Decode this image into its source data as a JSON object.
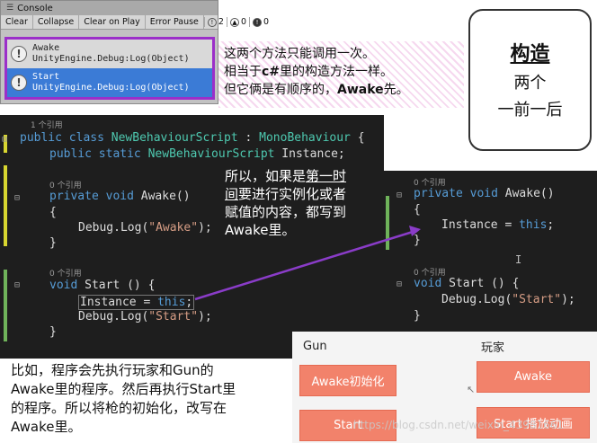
{
  "console": {
    "title": "Console",
    "buttons": [
      "Clear",
      "Collapse",
      "Clear on Play",
      "Error Pause"
    ],
    "counts": {
      "warn_badge": "!",
      "warn": "2",
      "info": "0",
      "error": "0"
    },
    "logs": [
      {
        "line1": "Awake",
        "line2": "UnityEngine.Debug:Log(Object)"
      },
      {
        "line1": "Start",
        "line2": "UnityEngine.Debug:Log(Object)"
      }
    ]
  },
  "note_top": {
    "l1": "这两个方法只能调用一次。",
    "l2a": "相当于",
    "l2b": "c#",
    "l2c": "里的构造方法一样。",
    "l3a": "但它俩是有顺序的，",
    "l3b": "Awake",
    "l3c": "先。"
  },
  "bubble": {
    "title": "构造",
    "l1": "两个",
    "l2": "一前一后"
  },
  "code_main": {
    "ref0": "1 个引用",
    "class_line": {
      "kw1": "public",
      "kw2": "class",
      "name": "NewBehaviourScript",
      "sep": " : ",
      "base": "MonoBehaviour",
      "brace": " {"
    },
    "field_line": {
      "kw1": "public",
      "kw2": "static",
      "type": "NewBehaviourScript",
      "rest": " Instance;"
    },
    "ref1": "0 个引用",
    "awake_line": {
      "kw1": "private",
      "kw2": "void",
      "rest": " Awake()"
    },
    "open1": "{",
    "log_awake": {
      "pre": "Debug.Log(",
      "str": "\"Awake\"",
      "post": ");"
    },
    "close1": "}",
    "ref2": "0 个引用",
    "start_line": {
      "kw": "void",
      "rest": " Start () {"
    },
    "assign_line": {
      "pre": "Instance = ",
      "kw": "this",
      "post": ";"
    },
    "log_start": {
      "pre": "Debug.Log(",
      "str": "\"Start\"",
      "post": ");"
    },
    "close2": "}"
  },
  "mid_note": {
    "a": "所以，如果是",
    "b": "第一时间",
    "c": "要进行实例化或者赋值的内容，都写到",
    "d": "Awake",
    "e": "里。"
  },
  "code_zoom": {
    "ref1": "0 个引用",
    "awake_line": {
      "kw1": "private",
      "kw2": "void",
      "rest": " Awake()"
    },
    "open1": "{",
    "assign_line": {
      "pre": "Instance = ",
      "kw": "this",
      "post": ";"
    },
    "close1": "}",
    "ref2": "0 个引用",
    "start_line": {
      "kw": "void",
      "rest": " Start () {"
    },
    "log_start": {
      "pre": "Debug.Log(",
      "str": "\"Start\"",
      "post": ");"
    },
    "close2": "}"
  },
  "note_bottom": {
    "a": "比如，程序会先执行玩家和",
    "b": "Gun",
    "c": "的",
    "d": "Awake",
    "e": "里的程序。然后再执行",
    "f": "Start",
    "g": "里",
    "h": "的程序。所以将枪的初始化，改写在",
    "i": "Awake",
    "j": "里。"
  },
  "demo": {
    "gun_header": "Gun",
    "player_header": "玩家",
    "gun_awake": "Awake初始化",
    "gun_start": "Start",
    "player_awake": "Awake",
    "player_start": "Start 播放动画"
  },
  "watermark": "https://blog.csdn.net/weixin_43981661",
  "colors": {
    "frame": "#9b2fc9",
    "arrow": "#8a3cc8",
    "demo_button": "#f2826b"
  }
}
